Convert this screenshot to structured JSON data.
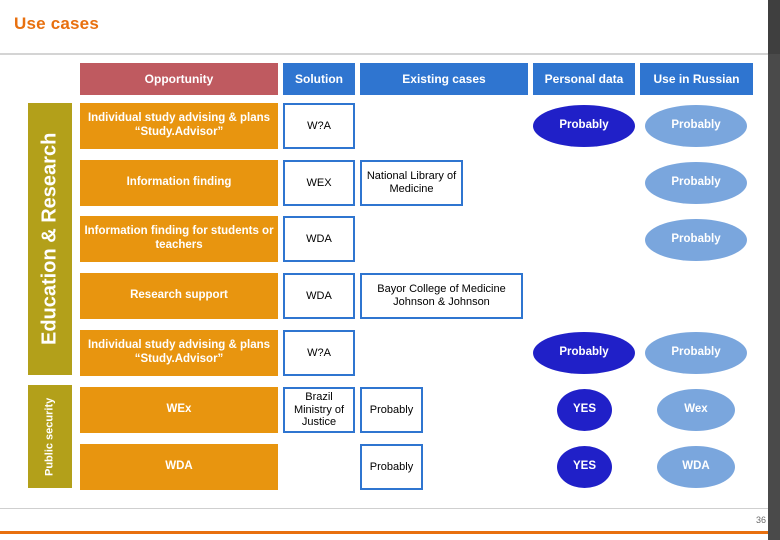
{
  "slide": {
    "title": "Use cases",
    "page_number": "36"
  },
  "colors": {
    "accent_orange": "#e8700f",
    "header_red": "#bf5a60",
    "header_blue": "#2f75d0",
    "box_orange": "#e8950f",
    "ellipse_dark_blue": "#2020c8",
    "ellipse_light_blue": "#7aa6dd",
    "side_label_olive": "#b3a01a"
  },
  "table": {
    "headers": [
      {
        "label": "Opportunity",
        "style": "red"
      },
      {
        "label": "Solution",
        "style": "blue"
      },
      {
        "label": "Existing cases",
        "style": "blue"
      },
      {
        "label": "Personal data",
        "style": "blue"
      },
      {
        "label": "Use in Russian",
        "style": "blue"
      }
    ],
    "side_labels": [
      {
        "label": "Education & Research"
      },
      {
        "label": "Public security"
      }
    ],
    "rows": [
      {
        "opportunity": "Individual study advising & plans “Study.Advisor”",
        "solution": "W?A",
        "existing_cases": "",
        "personal_data": "Probably",
        "use_in_russian": "Probably"
      },
      {
        "opportunity": "Information finding",
        "solution": "WEX",
        "existing_cases": "National Library of Medicine",
        "personal_data": "",
        "use_in_russian": "Probably"
      },
      {
        "opportunity": "Information finding for students or teachers",
        "solution": "WDA",
        "existing_cases": "",
        "personal_data": "",
        "use_in_russian": "Probably"
      },
      {
        "opportunity": "Research support",
        "solution": "WDA",
        "existing_cases": "Bayor College of Medicine Johnson & Johnson",
        "personal_data": "",
        "use_in_russian": ""
      },
      {
        "opportunity": "Individual study advising & plans “Study.Advisor”",
        "solution": "W?A",
        "existing_cases": "",
        "personal_data": "Probably",
        "use_in_russian": "Probably"
      },
      {
        "opportunity": "WEx",
        "solution": "Brazil Ministry of Justice",
        "existing_cases": "Probably",
        "personal_data": "YES",
        "use_in_russian": "Wex"
      },
      {
        "opportunity": "WDA",
        "solution": "",
        "existing_cases": "Probably",
        "personal_data": "YES",
        "use_in_russian": "WDA"
      }
    ]
  }
}
